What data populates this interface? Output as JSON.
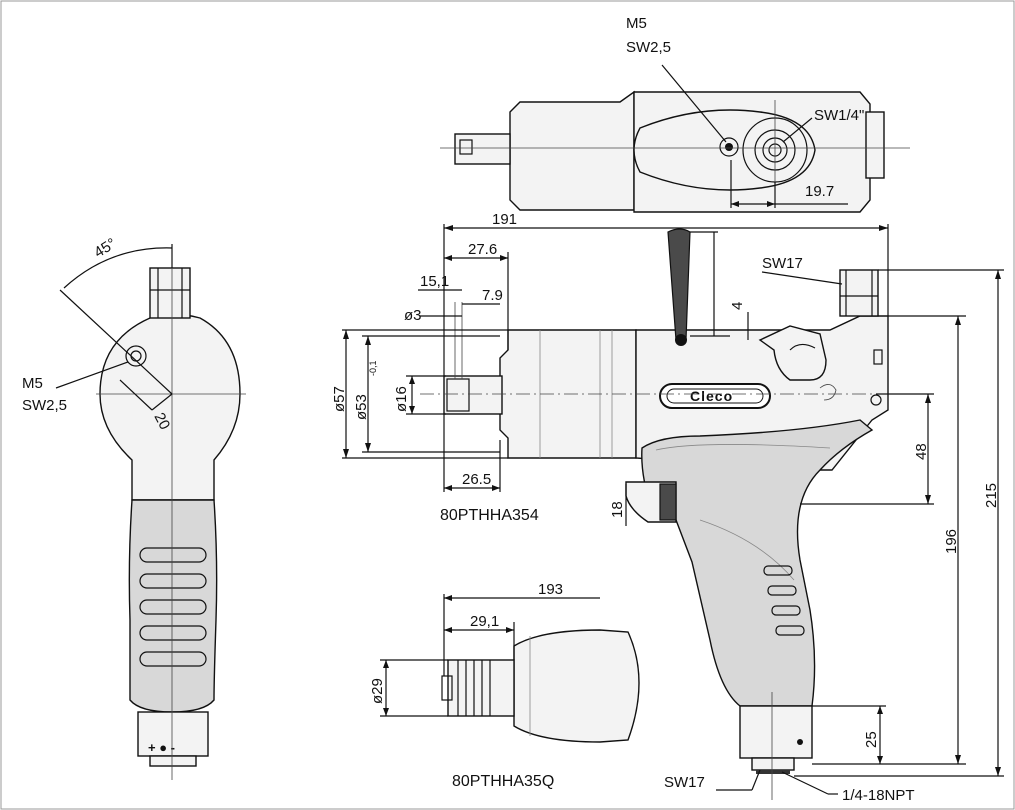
{
  "top_view": {
    "screw_label": "M5",
    "wrench_label": "SW2,5",
    "drive_label": "SW1/4\"",
    "offset_dim": "19.7"
  },
  "side_view": {
    "overall_length": "191",
    "dim_27_6": "27.6",
    "dim_15_1": "15,1",
    "dim_7_9": "7.9",
    "dim_phi3": "ø3",
    "dim_phi57": "ø57",
    "dim_phi53": "ø53",
    "dim_phi53_tol": "-0,1",
    "dim_phi16": "ø16",
    "dim_26_5": "26.5",
    "dim_4": "4",
    "dim_18": "18",
    "dim_48": "48",
    "dim_196": "196",
    "dim_215": "215",
    "dim_25": "25",
    "sw17_top": "SW17",
    "sw17_bottom": "SW17",
    "air_inlet": "1/4-18NPT",
    "brand": "Cleco",
    "model_a": "80PTHHA354"
  },
  "front_view": {
    "angle": "45°",
    "screw_label": "M5",
    "wrench_label": "SW2,5",
    "offset_dim": "20",
    "switch_symbols": "+ ● -"
  },
  "variant_view": {
    "overall_length": "193",
    "dim_29_1": "29,1",
    "dim_phi29": "ø29",
    "model_b": "80PTHHA35Q"
  }
}
